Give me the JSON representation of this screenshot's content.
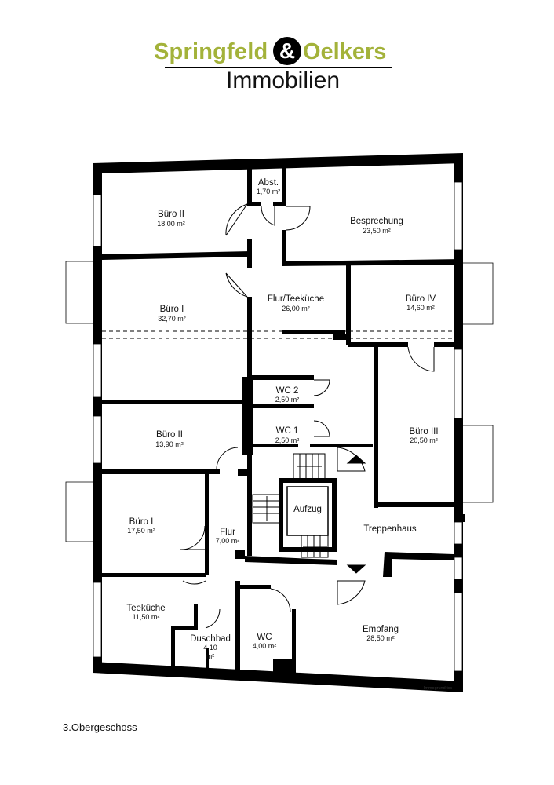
{
  "logo": {
    "brand_left": "Springfeld",
    "ampersand": "&",
    "brand_right": "Oelkers",
    "subtitle": "Immobilien",
    "brand_color": "#a3b23a"
  },
  "rooms": [
    {
      "name": "Abst.",
      "area": "1,70 m²"
    },
    {
      "name": "Büro II",
      "area": "18,00 m²"
    },
    {
      "name": "Besprechung",
      "area": "23,50 m²"
    },
    {
      "name": "Flur/Teeküche",
      "area": "26,00 m²"
    },
    {
      "name": "Büro I",
      "area": "32,70 m²"
    },
    {
      "name": "Büro IV",
      "area": "14,60 m²"
    },
    {
      "name": "WC 2",
      "area": "2,50 m²"
    },
    {
      "name": "WC 1",
      "area": "2,50 m²"
    },
    {
      "name": "Büro III",
      "area": "20,50 m²"
    },
    {
      "name": "Büro II",
      "area": "13,90 m²"
    },
    {
      "name": "Aufzug",
      "area": ""
    },
    {
      "name": "Treppenhaus",
      "area": ""
    },
    {
      "name": "Büro I",
      "area": "17,50 m²"
    },
    {
      "name": "Flur",
      "area": "7,00 m²"
    },
    {
      "name": "Teeküche",
      "area": "11,50 m²"
    },
    {
      "name": "Empfang",
      "area": "28,50 m²"
    },
    {
      "name": "Duschbad",
      "area": "4,10",
      "area_unit": "m²"
    },
    {
      "name": "WC",
      "area": "4,00 m²"
    }
  ],
  "watermark": "Immogrundriss",
  "floor_label": "3.Obergeschoss"
}
